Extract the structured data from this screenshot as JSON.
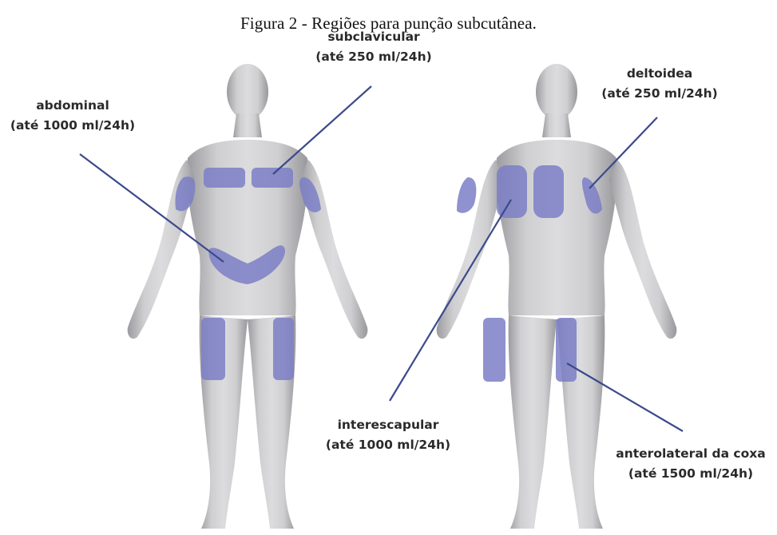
{
  "caption": "Figura 2 - Regiões para punção subcutânea.",
  "colors": {
    "region": "#7b7fc6",
    "leader_line": "#3b4a8c",
    "body": "#c9c9cb"
  },
  "labels": {
    "subclavicular": {
      "name": "subclavicular",
      "limit": "(até 250 ml/24h)"
    },
    "abdominal": {
      "name": "abdominal",
      "limit": "(até 1000 ml/24h)"
    },
    "deltoidea": {
      "name": "deltoidea",
      "limit": "(até 250 ml/24h)"
    },
    "interescapular": {
      "name": "interescapular",
      "limit": "(até 1000 ml/24h)"
    },
    "anterolateral": {
      "name": "anterolateral da coxa",
      "limit": "(até 1500 ml/24h)"
    }
  }
}
